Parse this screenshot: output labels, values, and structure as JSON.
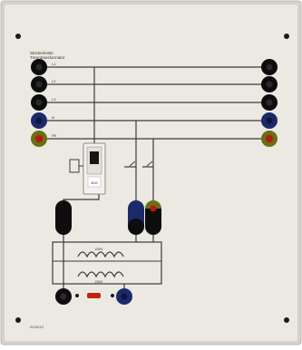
{
  "panel": {
    "header_line_1": "Steckerleiste",
    "header_line_2": "Trenntransformator",
    "bus_labels": [
      "L1",
      "L2",
      "L3",
      "N",
      "PE"
    ],
    "breaker_rating": "B16",
    "transformer_top_label": "230V",
    "transformer_bottom_label": "230V",
    "part_number": "SO3213",
    "colors": {
      "panel": "#ece9e3",
      "frame": "#d4d0c9",
      "wire": "#3c3a38",
      "socket_black": "#0d0d0d",
      "socket_blue": "#1c2a6b",
      "socket_pe_outer": "#6b6e14",
      "socket_pe_inner": "#b31a10",
      "fuse_red": "#c22410"
    }
  }
}
